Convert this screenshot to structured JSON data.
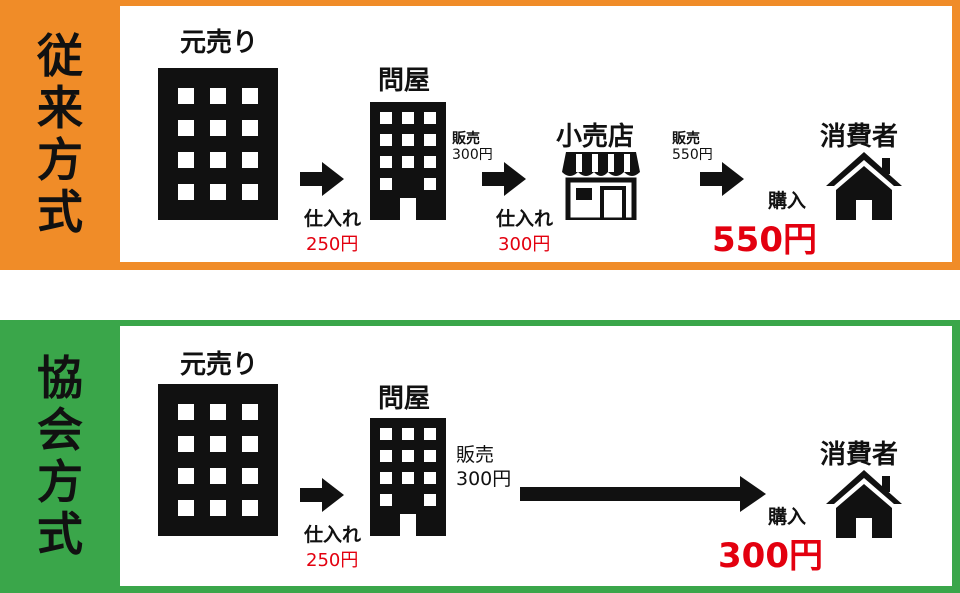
{
  "traditional": {
    "side_label": [
      "従",
      "来",
      "方",
      "式"
    ],
    "maker_label": "元売り",
    "wholesaler_label": "問屋",
    "retailer_label": "小売店",
    "consumer_label": "消費者",
    "buy1_label": "仕入れ",
    "buy1_price": "250円",
    "sell1_label": "販売",
    "sell1_price": "300円",
    "buy2_label": "仕入れ",
    "buy2_price": "300円",
    "sell2_label": "販売",
    "sell2_price": "550円",
    "purchase_label": "購入",
    "purchase_price": "550円"
  },
  "association": {
    "side_label": [
      "協",
      "会",
      "方",
      "式"
    ],
    "maker_label": "元売り",
    "wholesaler_label": "問屋",
    "consumer_label": "消費者",
    "buy_label": "仕入れ",
    "buy_price": "250円",
    "sell_label": "販売",
    "sell_price": "300円",
    "purchase_label": "購入",
    "purchase_price": "300円"
  },
  "colors": {
    "traditional_accent": "#f08c28",
    "association_accent": "#3aa64a",
    "price_red": "#e3000f"
  }
}
